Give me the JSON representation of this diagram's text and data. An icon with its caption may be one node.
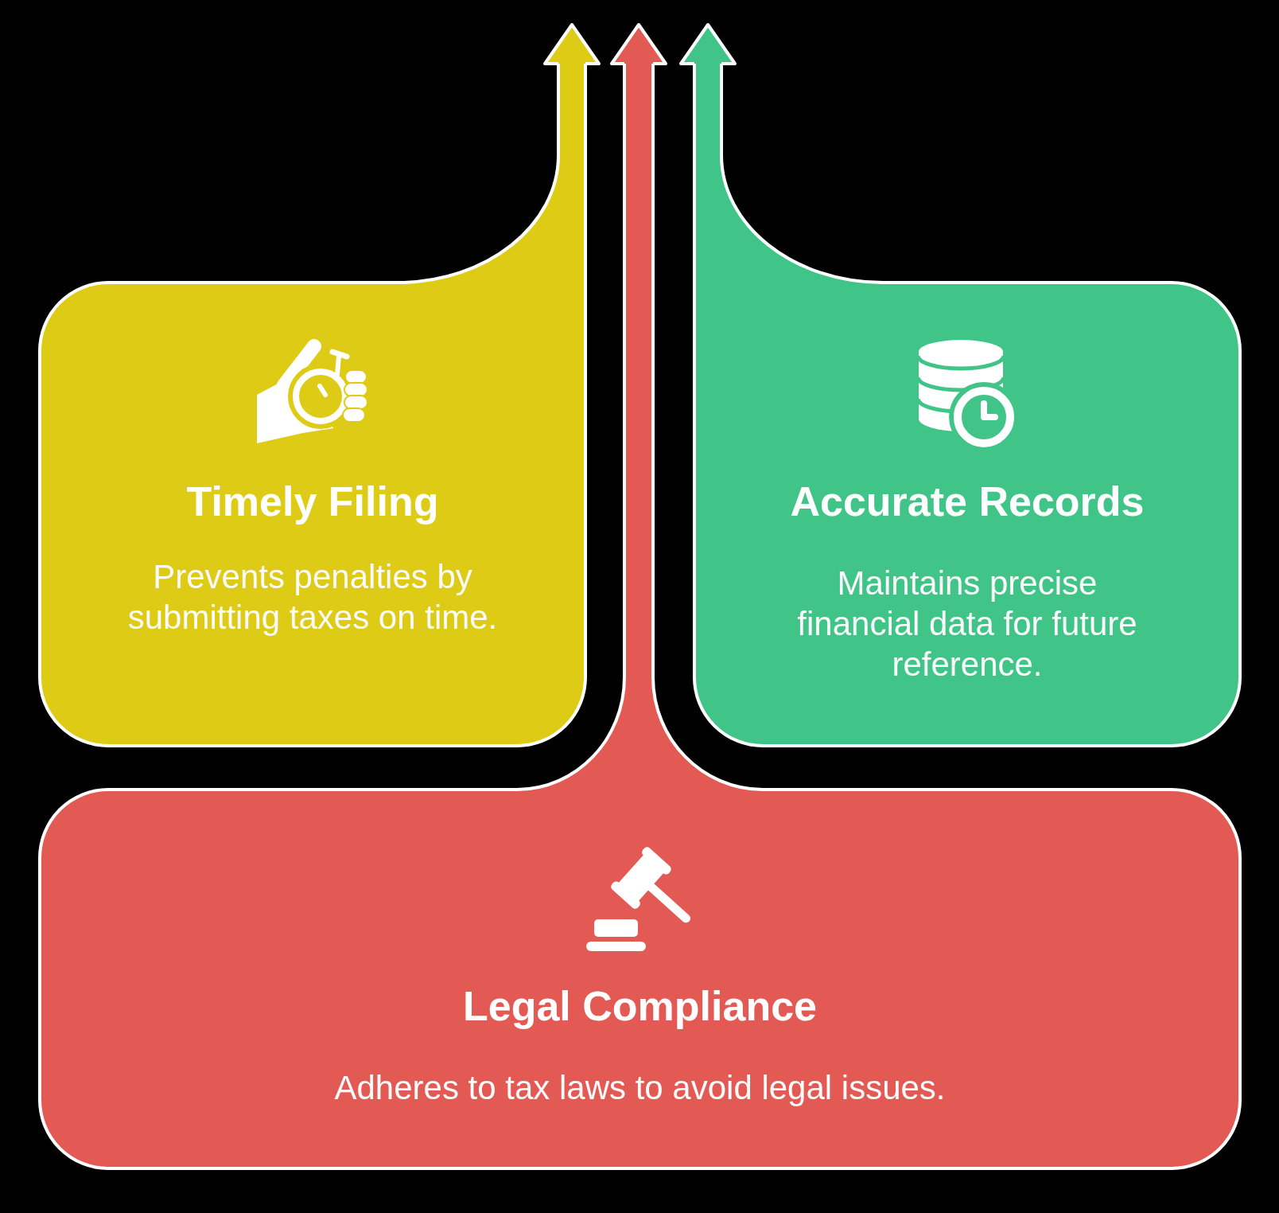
{
  "diagram": {
    "nodes": [
      {
        "text": [
          "Timely Filing",
          "Prevents penalties by submitting taxes on time."
        ]
      },
      {
        "text": [
          "Accurate Records",
          "Maintains precise financial data for future reference."
        ]
      },
      {
        "text": [
          "Legal Compliance",
          "Adheres to tax laws to avoid legal issues."
        ]
      }
    ],
    "edges": [
      {
        "from": 0,
        "to": null,
        "arrow": "to",
        "color": "#ddcb15"
      },
      {
        "from": 2,
        "to": null,
        "arrow": "to",
        "color": "#e35a54"
      },
      {
        "from": 1,
        "to": null,
        "arrow": "to",
        "color": "#40c488"
      }
    ]
  }
}
